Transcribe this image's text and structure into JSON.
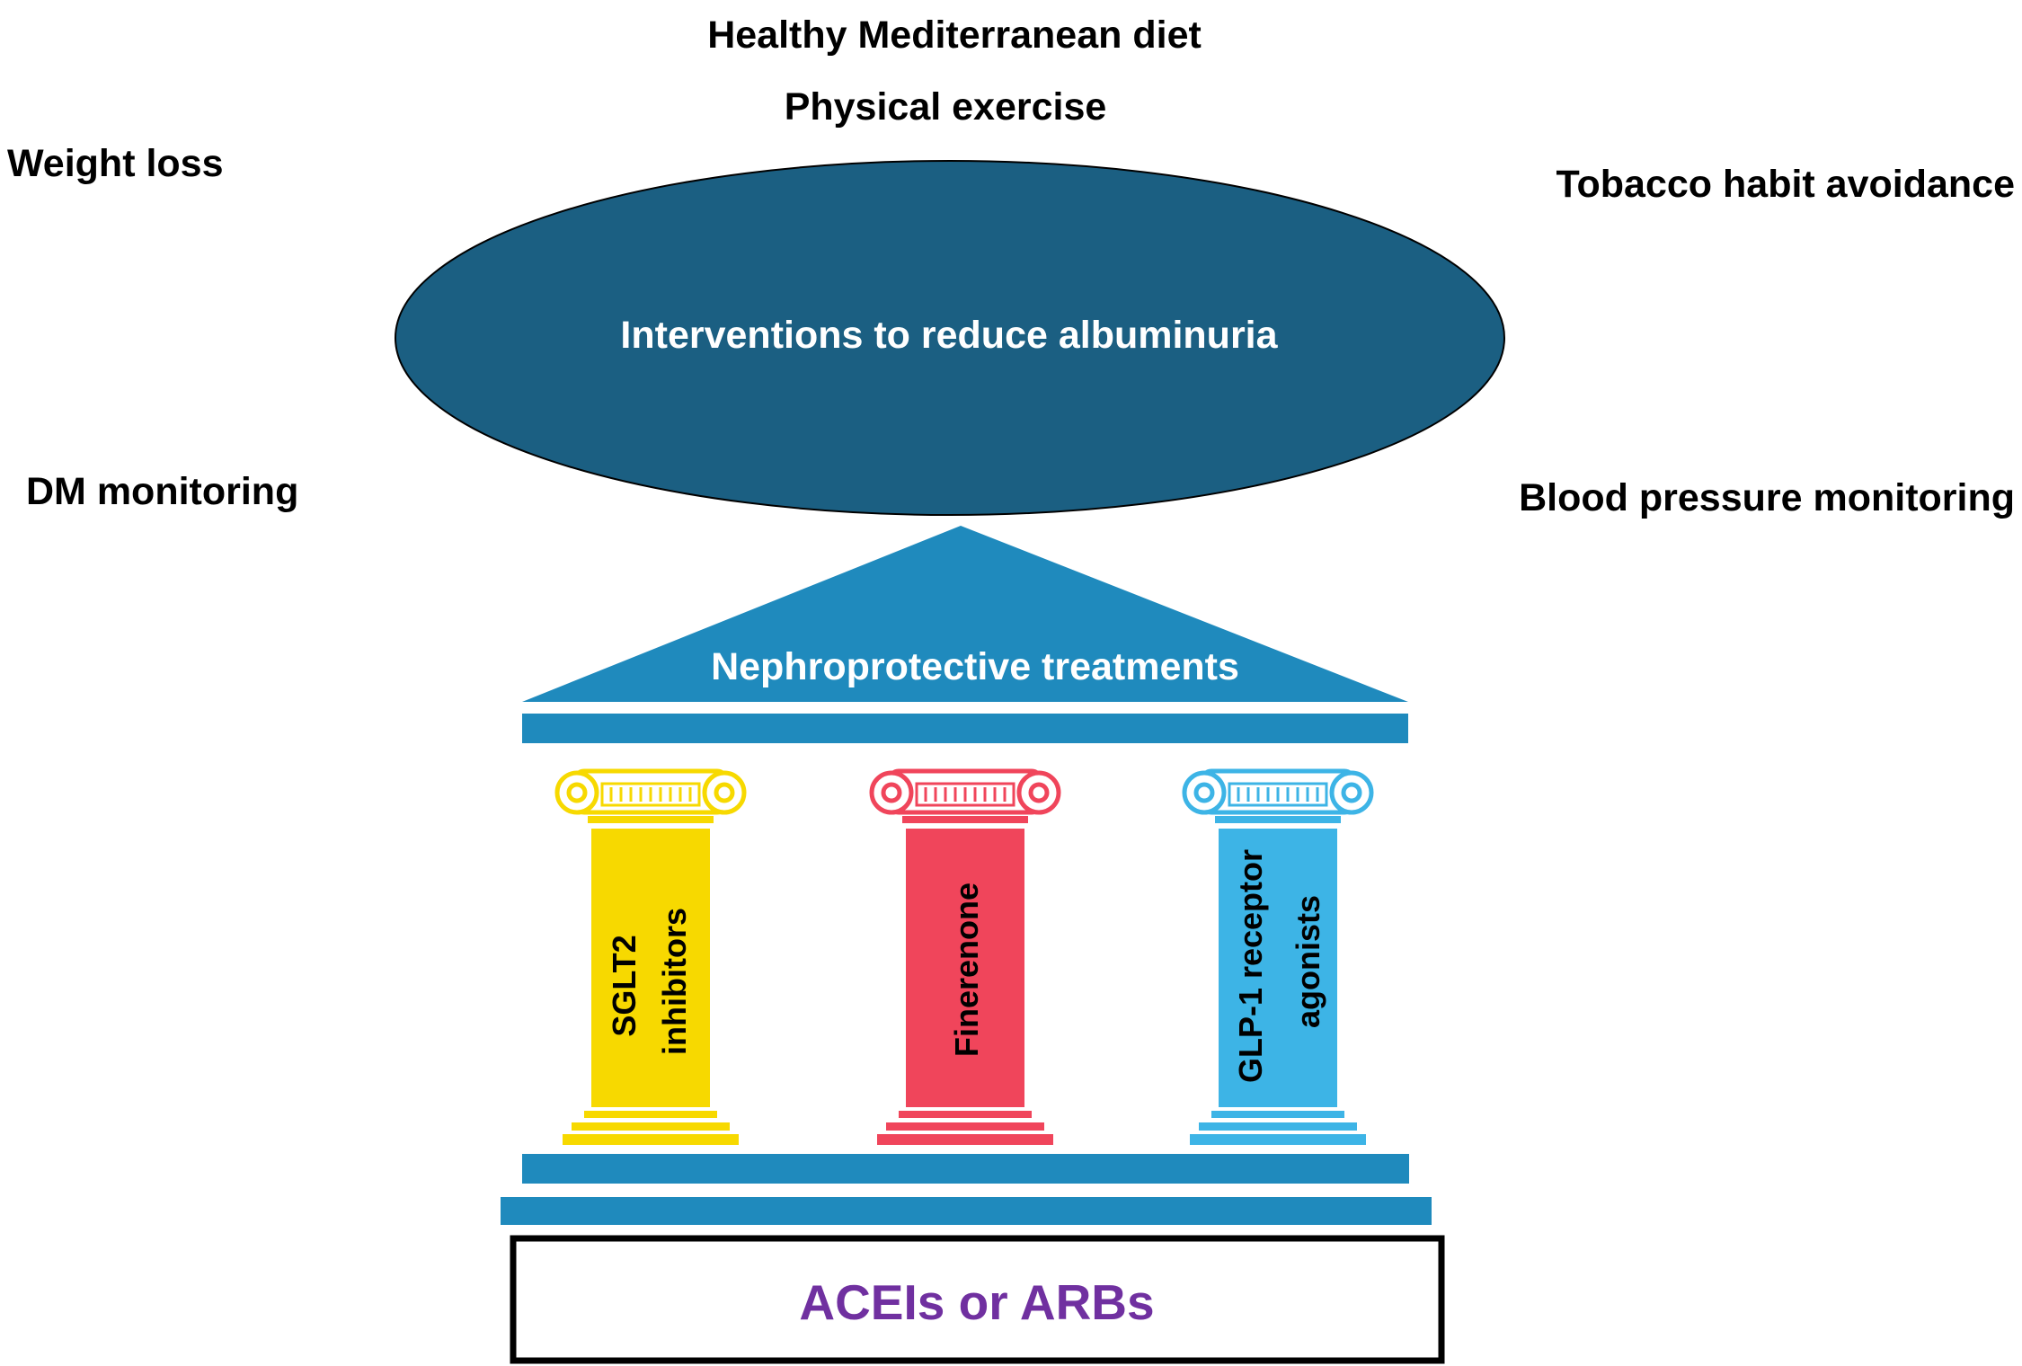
{
  "labels": {
    "healthy_diet": "Healthy Mediterranean diet",
    "physical_exercise": "Physical exercise",
    "weight_loss": "Weight loss",
    "tobacco": "Tobacco habit avoidance",
    "dm_monitoring": "DM monitoring",
    "bp_monitoring": "Blood pressure monitoring"
  },
  "center": {
    "label": "Interventions to reduce albuminuria"
  },
  "temple": {
    "roof_label": "Nephroprotective treatments",
    "pillars": [
      {
        "lines": [
          "SGLT2",
          "inhibitors"
        ],
        "color": "#f7d900"
      },
      {
        "lines": [
          "Finerenone"
        ],
        "color": "#f0455b"
      },
      {
        "lines": [
          "GLP-1 receptor",
          "agonists"
        ],
        "color": "#3db4e6"
      }
    ],
    "foundation_label": "ACEIs or ARBs"
  },
  "colors": {
    "label_text": "#000000",
    "ellipse": "#1b5f82",
    "ellipse_text": "#ffffff",
    "roof": "#1f8abd",
    "roof_text": "#ffffff",
    "foundation_text": "#7030a0",
    "foundation_border": "#000000"
  }
}
